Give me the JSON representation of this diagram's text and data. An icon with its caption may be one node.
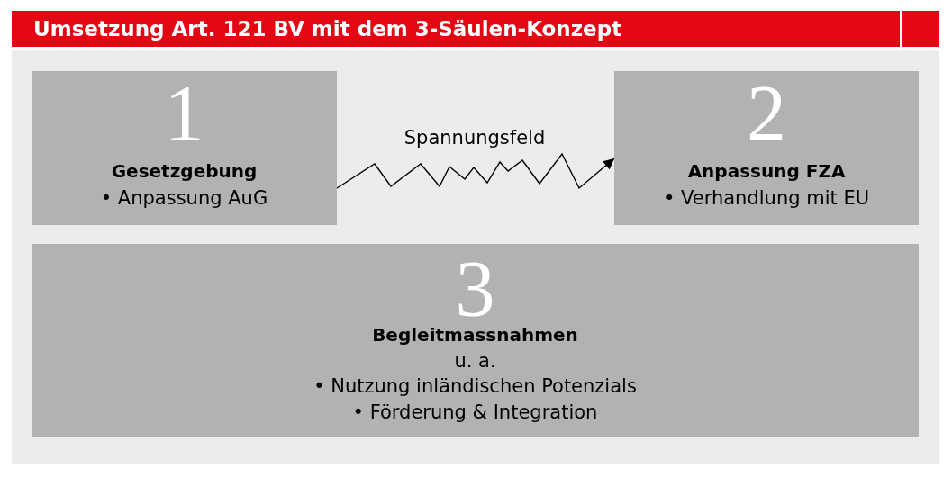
{
  "diagram": {
    "title": "Umsetzung Art. 121 BV mit dem 3-Säulen-Konzept",
    "nodes": [
      {
        "text": [
          "1",
          "Gesetzgebung",
          "• Anpassung AuG"
        ]
      },
      {
        "text": [
          "2",
          "Anpassung FZA",
          "• Verhandlung mit EU"
        ]
      },
      {
        "text": [
          "3",
          "Begleitmassnahmen",
          "u. a.",
          "• Nutzung inländischen Potenzials",
          "• Förderung & Integration"
        ]
      }
    ],
    "edges": [
      {
        "from": 0,
        "to": 1,
        "arrow": "to",
        "label": "Spannungsfeld"
      }
    ]
  }
}
